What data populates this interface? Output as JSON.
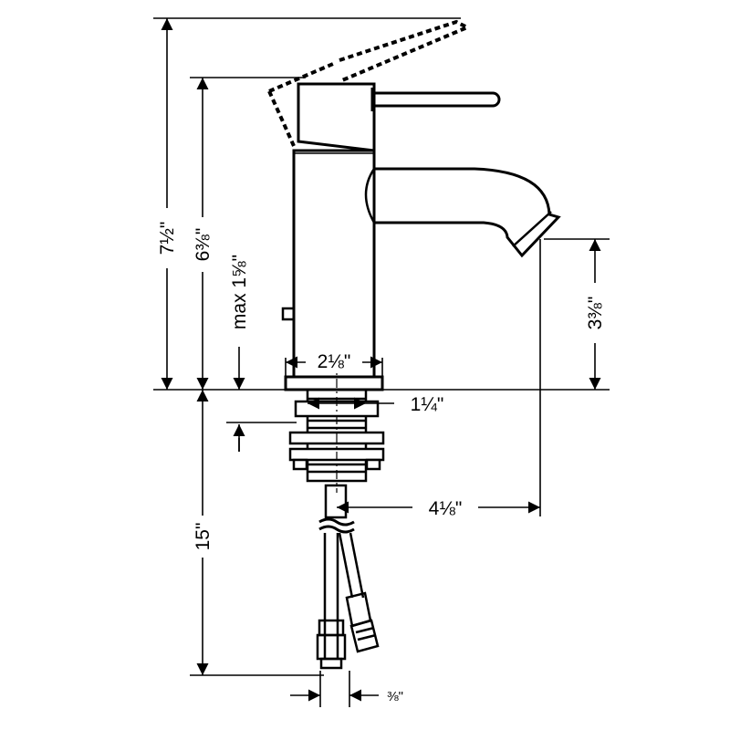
{
  "diagram": {
    "dimensions": {
      "overall_height_with_handle": "7½\"",
      "body_height": "6⅜\"",
      "max_deck_thickness": "max 1⅝\"",
      "base_diameter": "2⅛\"",
      "shank_diameter": "1¼\"",
      "spout_height": "3⅜\"",
      "spout_reach": "4⅛\"",
      "supply_length": "15\"",
      "supply_connection": "⅜\""
    }
  }
}
